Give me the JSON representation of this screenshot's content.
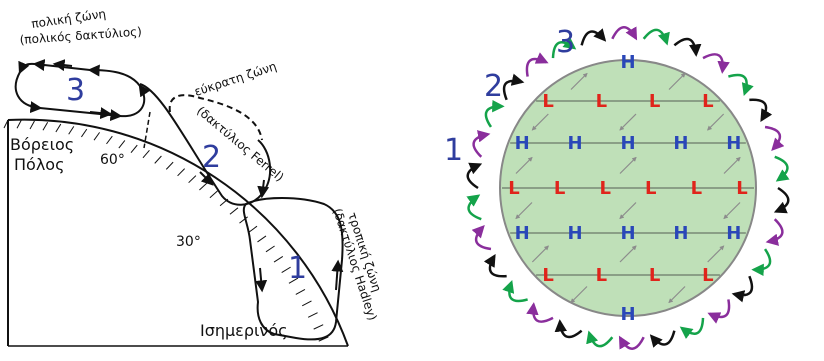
{
  "left_panel": {
    "polar_zone": {
      "line1": "πολική ζώνη",
      "line2": "(πολικός δακτύλιος)",
      "number": "3"
    },
    "temperate_zone": {
      "line1": "εύκρατη ζώνη",
      "line2": "(δακτύλιος Ferrel)",
      "number": "2"
    },
    "tropical_zone": {
      "line1": "τροπική ζώνη",
      "line2": "(δακτύλιος Hadley)",
      "number": "1"
    },
    "north_pole": {
      "line1": "Βόρειος",
      "line2": "Πόλος"
    },
    "lat_60": "60°",
    "lat_30": "30°",
    "equator": "Ισημερινός"
  },
  "right_panel": {
    "cell_numbers": [
      "1",
      "2",
      "3"
    ],
    "pressure_rows": [
      {
        "letter": "H",
        "count": 1,
        "color": "#2a47b8"
      },
      {
        "letter": "L",
        "count": 4,
        "color": "#e0241b"
      },
      {
        "letter": "H",
        "count": 5,
        "color": "#2a47b8"
      },
      {
        "letter": "L",
        "count": 6,
        "color": "#e0241b"
      },
      {
        "letter": "H",
        "count": 5,
        "color": "#2a47b8"
      },
      {
        "letter": "L",
        "count": 4,
        "color": "#e0241b"
      },
      {
        "letter": "H",
        "count": 1,
        "color": "#2a47b8"
      }
    ],
    "colors": {
      "globe_fill": "#bfe0b8",
      "globe_stroke": "#888888",
      "arrow_black": "#111111",
      "arrow_purple": "#8a2e9c",
      "arrow_green": "#14a34a",
      "wind_arrow": "#8c8c8c"
    }
  }
}
